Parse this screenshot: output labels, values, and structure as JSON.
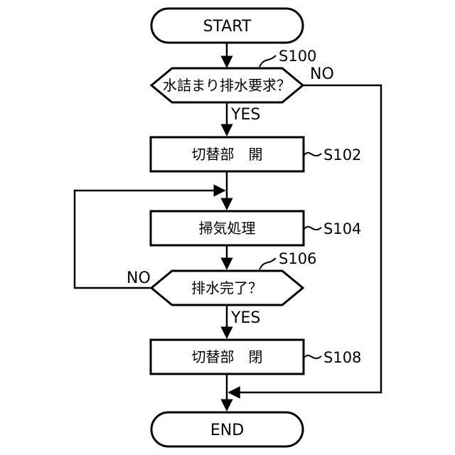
{
  "flowchart": {
    "start": "START",
    "end": "END",
    "steps": [
      {
        "id": "S100",
        "kind": "decision",
        "text": "水詰まり排水要求？",
        "ref": "S100"
      },
      {
        "id": "S102",
        "kind": "process",
        "text": "切替部　開",
        "ref": "S102"
      },
      {
        "id": "S104",
        "kind": "process",
        "text": "掃気処理",
        "ref": "S104"
      },
      {
        "id": "S106",
        "kind": "decision",
        "text": "排水完了？",
        "ref": "S106"
      },
      {
        "id": "S108",
        "kind": "process",
        "text": "切替部　閉",
        "ref": "S108"
      }
    ],
    "branch_labels": {
      "s100_yes": "YES",
      "s100_no": "NO",
      "s106_yes": "YES",
      "s106_no": "NO"
    }
  }
}
